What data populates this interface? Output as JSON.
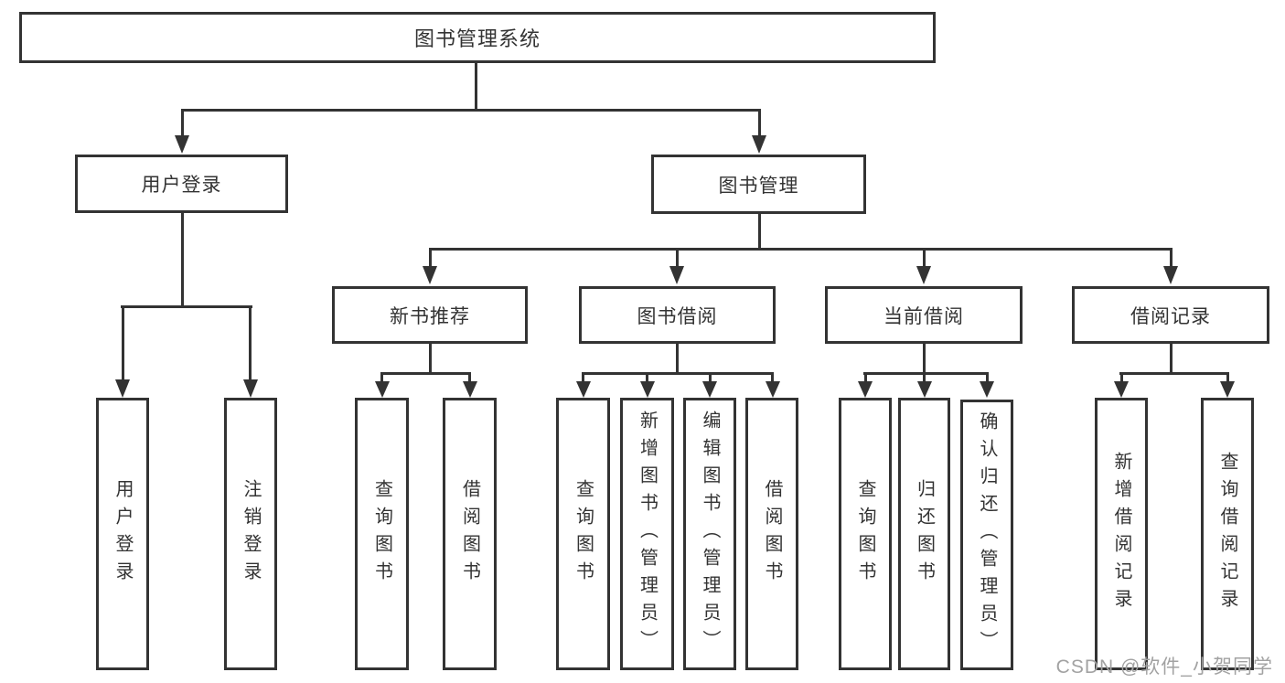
{
  "diagram": {
    "root": {
      "label": "图书管理系统"
    },
    "level2": [
      {
        "label": "用户登录"
      },
      {
        "label": "图书管理"
      }
    ],
    "level3": [
      {
        "label": "新书推荐"
      },
      {
        "label": "图书借阅"
      },
      {
        "label": "当前借阅"
      },
      {
        "label": "借阅记录"
      }
    ],
    "leaves": {
      "user_login": [
        "用户登录",
        "注销登录"
      ],
      "new_book": [
        "查询图书",
        "借阅图书"
      ],
      "book_borrow": [
        "查询图书",
        "新增图书（管理员）",
        "编辑图书（管理员）",
        "借阅图书"
      ],
      "current_borrow": [
        "查询图书",
        "归还图书",
        "确认归还（管理员）"
      ],
      "borrow_record": [
        "新增借阅记录",
        "查询借阅记录"
      ]
    },
    "watermark": "CSDN @软件_小贺同学",
    "colors": {
      "line": "#333333",
      "border": "#333333",
      "text": "#333333",
      "watermark": "#a2a2a2",
      "background": "#ffffff"
    }
  }
}
